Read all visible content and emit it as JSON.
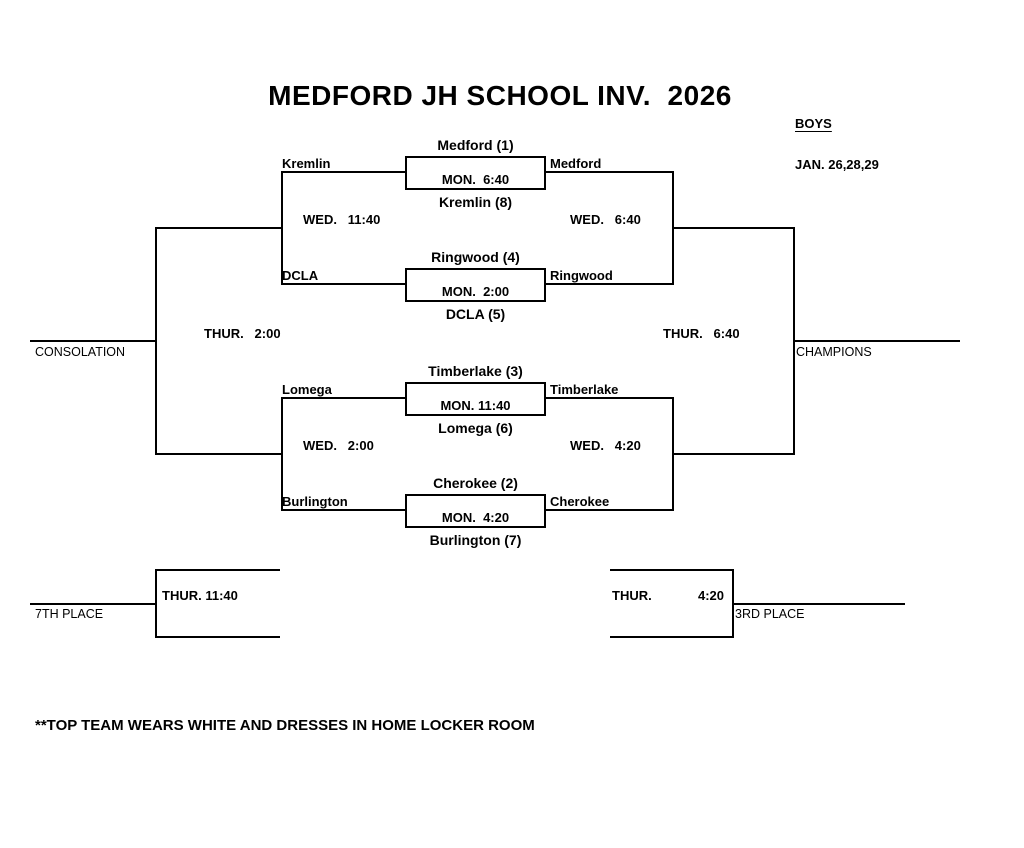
{
  "title": "MEDFORD JH SCHOOL INV.  2026",
  "header": {
    "division": "BOYS",
    "dates": "JAN. 26,28,29"
  },
  "round1_games": [
    {
      "top_seed": "Medford (1)",
      "time": "MON.  6:40",
      "bottom_seed": "Kremlin (8)",
      "loser_to_left": "Kremlin",
      "winner_to_right": "Medford"
    },
    {
      "top_seed": "Ringwood (4)",
      "time": "MON.  2:00",
      "bottom_seed": "DCLA (5)",
      "loser_to_left": "DCLA",
      "winner_to_right": "Ringwood"
    },
    {
      "top_seed": "Timberlake (3)",
      "time": "MON. 11:40",
      "bottom_seed": "Lomega (6)",
      "loser_to_left": "Lomega",
      "winner_to_right": "Timberlake"
    },
    {
      "top_seed": "Cherokee (2)",
      "time": "MON.  4:20",
      "bottom_seed": "Burlington (7)",
      "loser_to_left": "Burlington",
      "winner_to_right": "Cherokee"
    }
  ],
  "consolation_semifinals": [
    {
      "time": "WED.   11:40"
    },
    {
      "time": "WED.   2:00"
    }
  ],
  "championship_semifinals": [
    {
      "time": "WED.   6:40"
    },
    {
      "time": "WED.   4:20"
    }
  ],
  "consolation_final": {
    "time": "THUR.   2:00",
    "label": "CONSOLATION"
  },
  "championship_final": {
    "time": "THUR.   6:40",
    "label": "CHAMPIONS"
  },
  "seventh_place_game": {
    "time": "THUR. 11:40",
    "label": "7TH PLACE"
  },
  "third_place_game": {
    "day": "THUR.",
    "time": "4:20",
    "label": "3RD PLACE"
  },
  "footer_note": "**TOP TEAM WEARS WHITE AND DRESSES IN HOME LOCKER ROOM"
}
